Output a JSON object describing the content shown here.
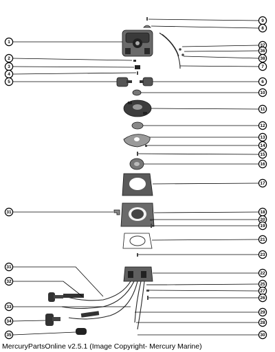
{
  "caption": "MercuryPartsOnline v2.5.1 (Image Copyright- Mercury Marine)",
  "callouts_left": [
    "1",
    "2",
    "3",
    "4",
    "5",
    "31",
    "31",
    "32",
    "33",
    "34",
    "35"
  ],
  "callouts_right": [
    "9",
    "8",
    "37",
    "36",
    "38",
    "7",
    "6",
    "10",
    "11",
    "12",
    "13",
    "14",
    "15",
    "16",
    "17",
    "18",
    "20",
    "19",
    "21",
    "23",
    "22",
    "25",
    "27",
    "26",
    "29",
    "28",
    "30"
  ]
}
